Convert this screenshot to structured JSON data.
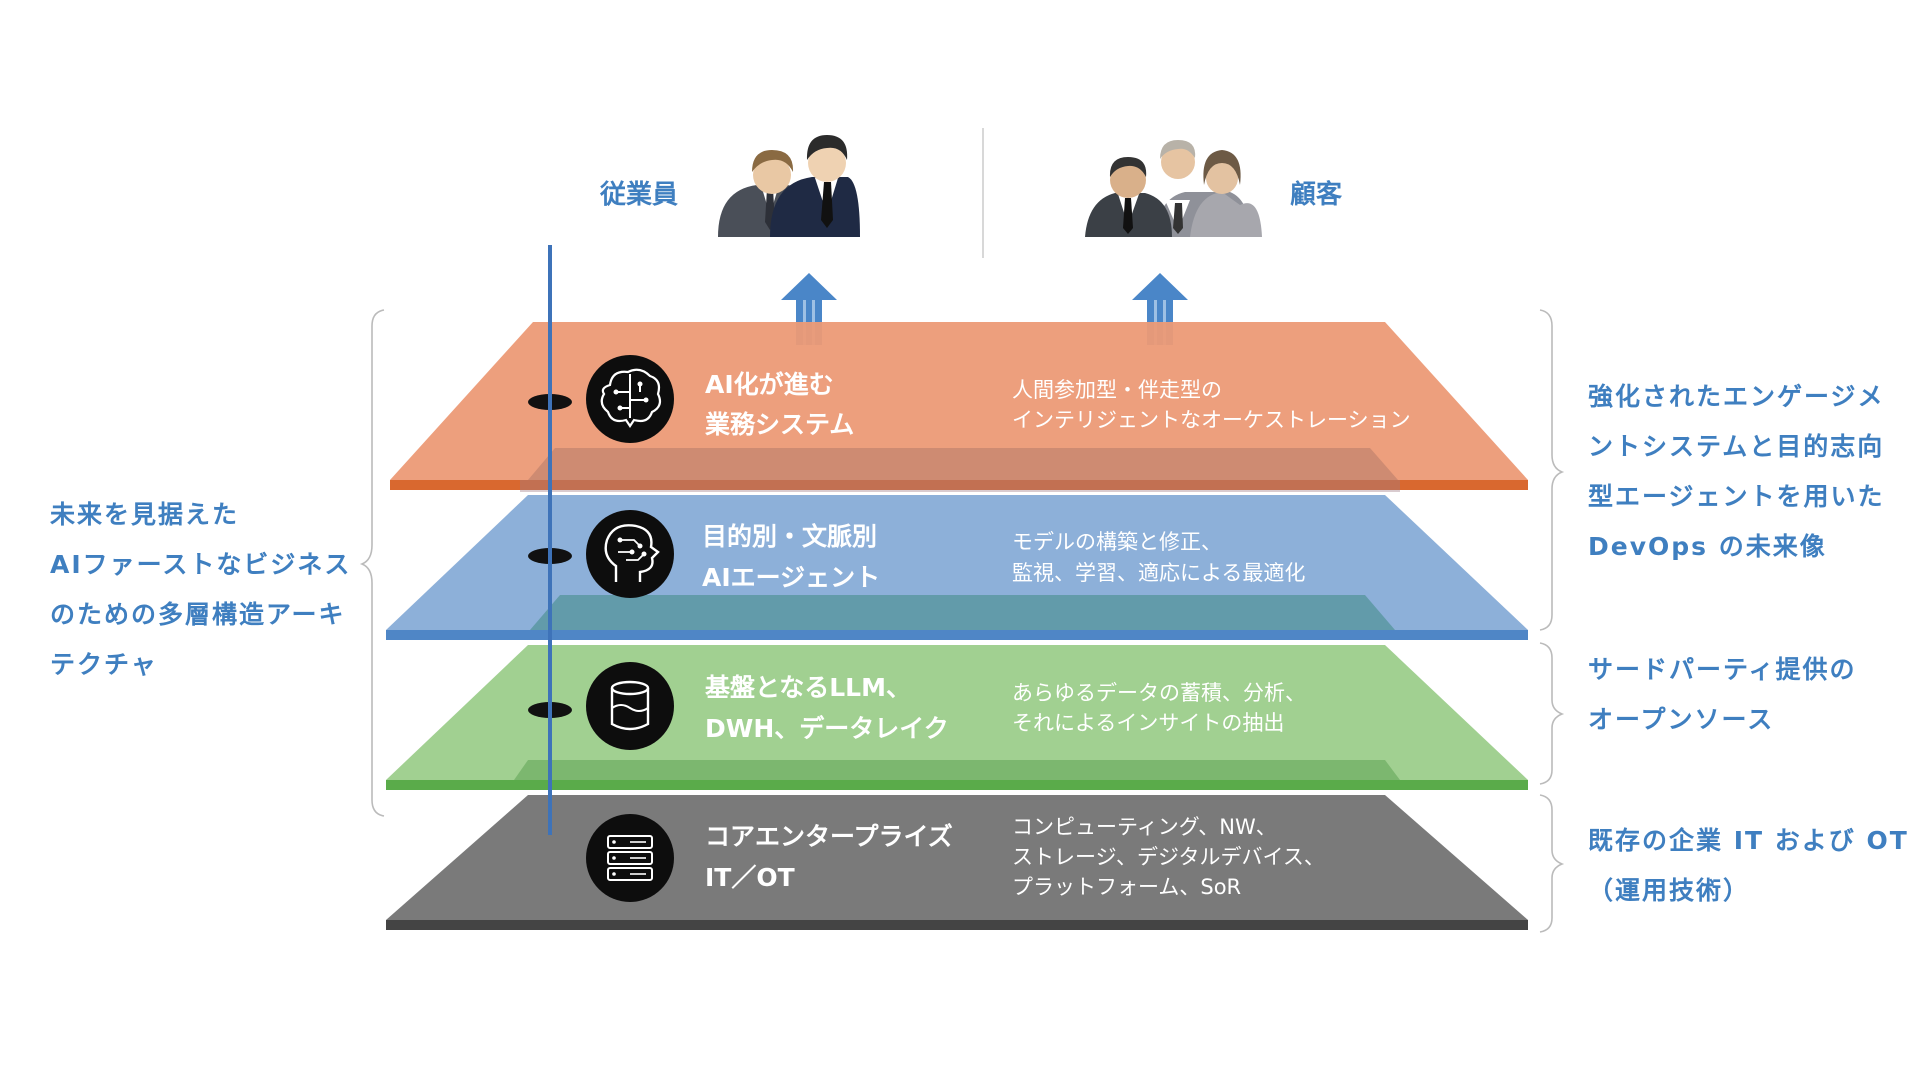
{
  "audiences": {
    "employees": "従業員",
    "customers": "顧客"
  },
  "left_note": {
    "lines": [
      "未来を見据えた",
      "AIファーストなビジネス",
      "のための多層構造アーキ",
      "テクチャ"
    ]
  },
  "layers": [
    {
      "color": "#ec9a76",
      "edge": "#d9682f",
      "title": [
        "AI化が進む",
        "業務システム"
      ],
      "desc": [
        "人間参加型・伴走型の",
        "インテリジェントなオーケストレーション"
      ],
      "icon": "brain-circuit-icon"
    },
    {
      "color": "#83a9d6",
      "edge": "#4f86c6",
      "title": [
        "目的別・文脈別",
        "AIエージェント"
      ],
      "desc": [
        "モデルの構築と修正、",
        "監視、学習、適応による最適化"
      ],
      "icon": "ai-head-icon"
    },
    {
      "color": "#99cc88",
      "edge": "#5aab4a",
      "title": [
        "基盤となるLLM、",
        "DWH、データレイク"
      ],
      "desc": [
        "あらゆるデータの蓄積、分析、",
        "それによるインサイトの抽出"
      ],
      "icon": "database-icon"
    },
    {
      "color": "#7a7a7a",
      "edge": "#444444",
      "title": [
        "コアエンタープライズ",
        "IT／OT"
      ],
      "desc": [
        "コンピューティング、NW、",
        "ストレージ、デジタルデバイス、",
        "プラットフォーム、SoR"
      ],
      "icon": "server-icon"
    }
  ],
  "right_notes": [
    {
      "lines": [
        "強化されたエンゲージメ",
        "ントシステムと目的志向",
        "型エージェントを用いた",
        "DevOps の未来像"
      ]
    },
    {
      "lines": [
        "サードパーティ提供の",
        "オープンソース"
      ]
    },
    {
      "lines": [
        "既存の企業 IT および OT",
        "（運用技術）"
      ]
    }
  ],
  "colors": {
    "label_blue": "#3f7fc0",
    "arrow_blue": "#4a86c8",
    "pole_blue": "#3e73b9"
  }
}
